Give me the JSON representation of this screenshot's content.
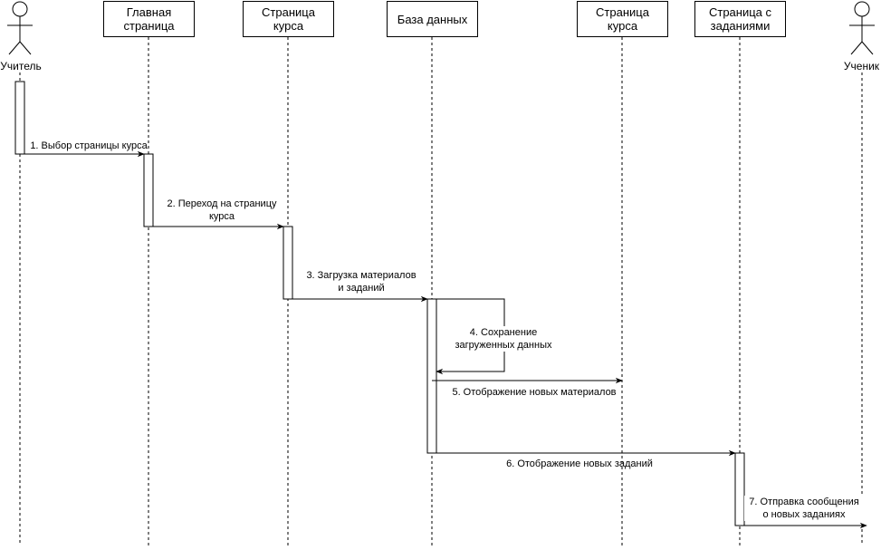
{
  "participants": [
    {
      "id": "teacher",
      "type": "actor",
      "label": "Учитель"
    },
    {
      "id": "main",
      "type": "box",
      "label": "Главная\nстраница"
    },
    {
      "id": "course1",
      "type": "box",
      "label": "Страница\nкурса"
    },
    {
      "id": "db",
      "type": "box",
      "label": "База данных"
    },
    {
      "id": "course2",
      "type": "box",
      "label": "Страница\nкурса"
    },
    {
      "id": "tasks",
      "type": "box",
      "label": "Страница с\nзаданиями"
    },
    {
      "id": "student",
      "type": "actor",
      "label": "Ученик"
    }
  ],
  "messages": [
    {
      "id": "m1",
      "label": "1. Выбор страницы курса"
    },
    {
      "id": "m2",
      "label": "2. Переход на страницу\nкурса"
    },
    {
      "id": "m3",
      "label": "3. Загрузка материалов\nи заданий"
    },
    {
      "id": "m4",
      "label": "4. Сохранение\nзагруженных данных"
    },
    {
      "id": "m5",
      "label": "5. Отображение новых материалов"
    },
    {
      "id": "m6",
      "label": "6. Отображение новых заданий"
    },
    {
      "id": "m7",
      "label": "7. Отправка сообщения\nо новых заданиях"
    }
  ],
  "colors": {
    "line": "#000000",
    "background": "#ffffff"
  }
}
